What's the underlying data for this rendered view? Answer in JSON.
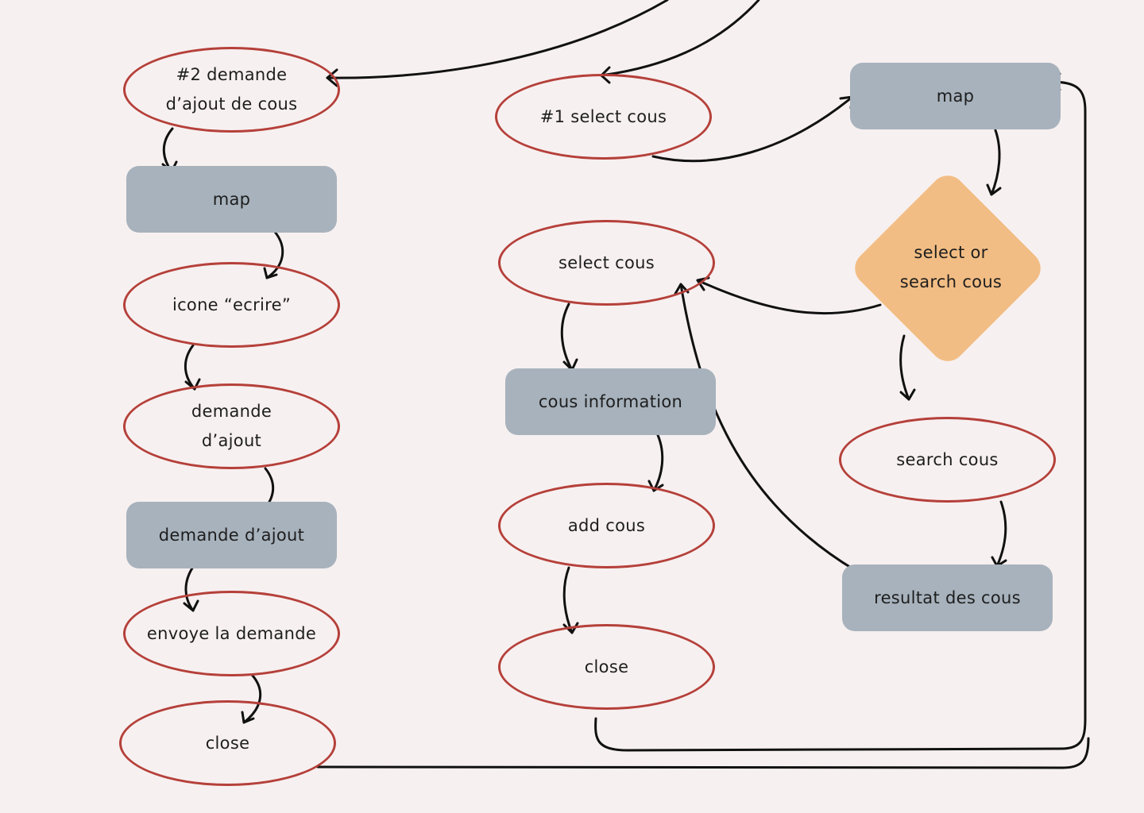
{
  "nodes": {
    "demande_ajout_cous": {
      "lines": [
        "#2 demande",
        "d’ajout de cous"
      ]
    },
    "map_left": {
      "label": "map"
    },
    "icone_ecrire": {
      "label": "icone “ecrire”"
    },
    "demande_ajout_ellipse": {
      "lines": [
        "demande",
        "d’ajout"
      ]
    },
    "demande_ajout_box": {
      "label": "demande d’ajout"
    },
    "envoye_demande": {
      "label": "envoye la demande"
    },
    "close_left": {
      "label": "close"
    },
    "select_cous_1": {
      "label": "#1 select cous"
    },
    "select_cous": {
      "label": "select cous"
    },
    "cous_information": {
      "label": "cous information"
    },
    "add_cous": {
      "label": "add cous"
    },
    "close_middle": {
      "label": "close"
    },
    "map_right": {
      "label": "map"
    },
    "select_or_search": {
      "lines": [
        "select or",
        "search cous"
      ]
    },
    "search_cous": {
      "label": "search cous"
    },
    "resultat_des_cous": {
      "label": "resultat des cous"
    }
  },
  "colors": {
    "background": "#f7f0f0",
    "ellipse_stroke": "#b5403a",
    "box_fill": "#a7b2bc",
    "diamond_fill": "#f2bd84",
    "connector": "#111111",
    "text": "#1e1e1e"
  }
}
